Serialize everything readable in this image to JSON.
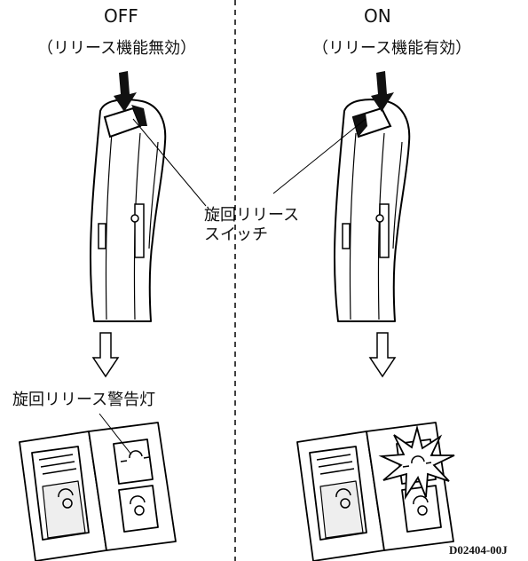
{
  "left_panel": {
    "state_label": "OFF",
    "state_sub": "（リリース機能無効）"
  },
  "right_panel": {
    "state_label": "ON",
    "state_sub": "（リリース機能有効）"
  },
  "callouts": {
    "swing_release_switch_line1": "旋回リリース",
    "swing_release_switch_line2": "スイッチ",
    "swing_release_warning_lamp": "旋回リリース警告灯"
  },
  "figure_code": "D02404-00J"
}
